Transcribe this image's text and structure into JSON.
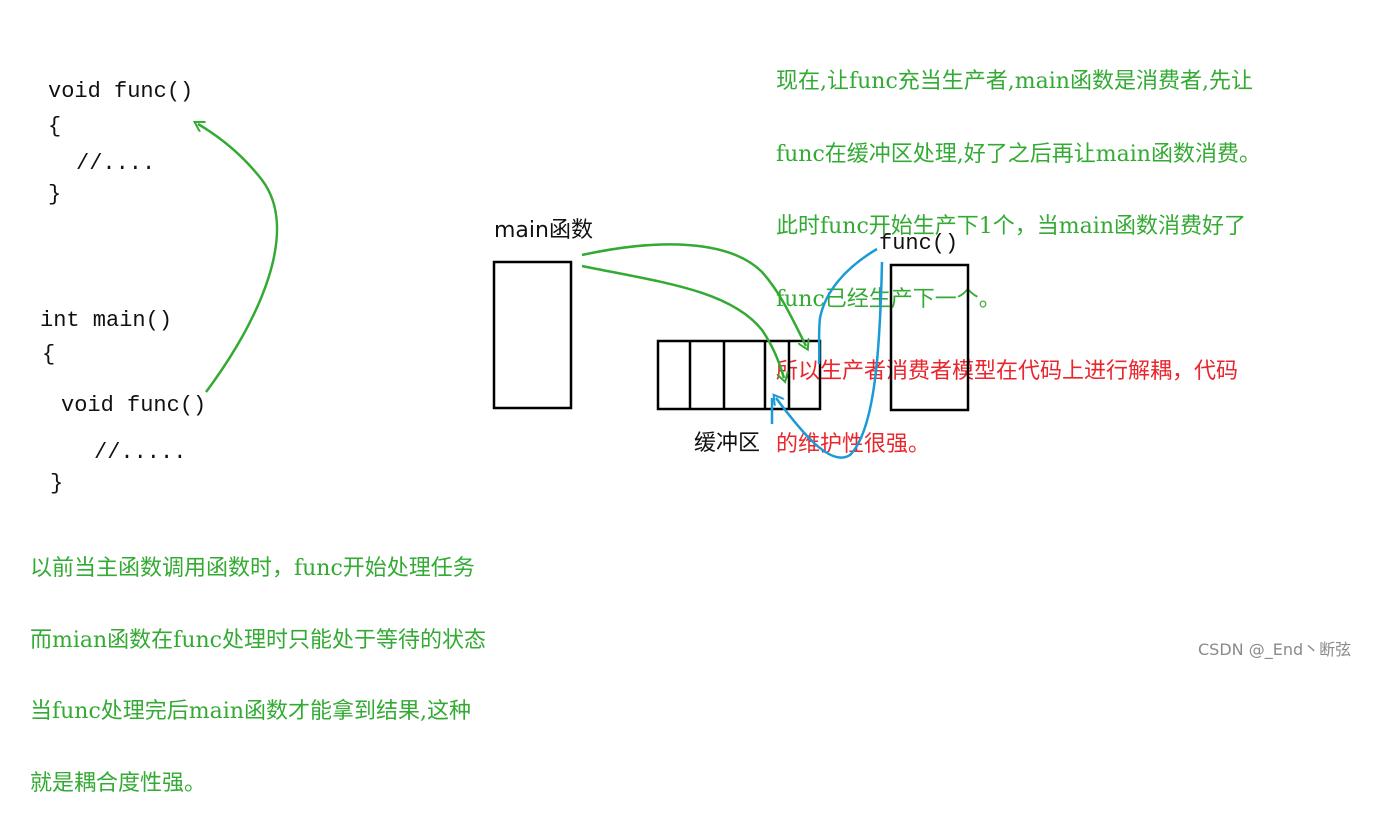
{
  "code": {
    "func_def_sig": "void func()",
    "func_def_open": "{",
    "func_def_body": "//....",
    "func_def_close": "}",
    "main_sig": "int main()",
    "main_open": "{",
    "main_call": "void func()",
    "main_body": "//.....",
    "main_close": "}"
  },
  "diagram": {
    "main_label": "main函数",
    "func_label": "func()",
    "buffer_label": "缓冲区"
  },
  "notes": {
    "top_right_green": [
      "现在,让func充当生产者,main函数是消费者,先让",
      "func在缓冲区处理,好了之后再让main函数消费。",
      "此时func开始生产下1个，当main函数消费好了",
      "func已经生产下一个。"
    ],
    "top_right_red": [
      "所以生产者消费者模型在代码上进行解耦，代码",
      "的维护性很强。"
    ],
    "bottom_left_green": [
      "以前当主函数调用函数时，func开始处理任务",
      "而mian函数在func处理时只能处于等待的状态",
      "当func处理完后main函数才能拿到结果,这种",
      "就是耦合度性强。"
    ]
  },
  "watermark": "CSDN @_End丶断弦",
  "colors": {
    "green": "#33aa33",
    "blue": "#1a9ad6",
    "red": "#e8262b"
  }
}
